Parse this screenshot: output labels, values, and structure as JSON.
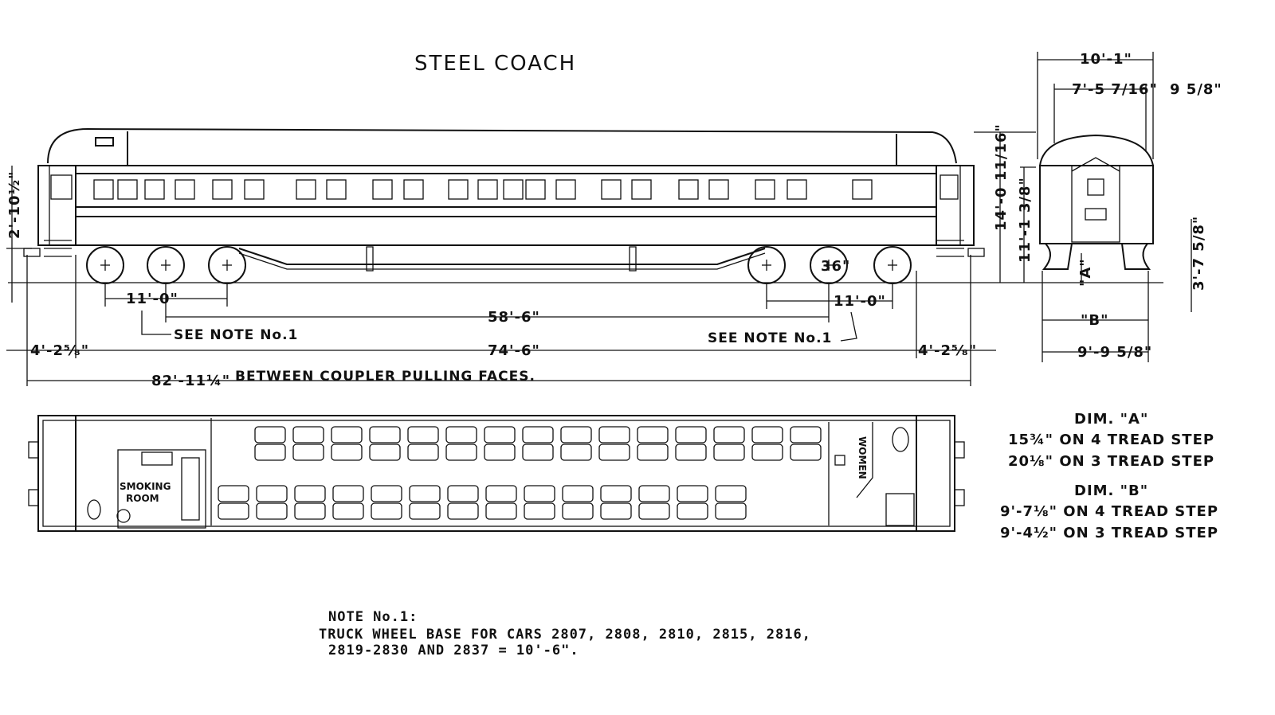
{
  "title": "STEEL COACH",
  "side_view": {
    "height_left": "2'-10½\"",
    "wheel_dim": "36\"",
    "truck_left": "11'-0\"",
    "truck_right": "11'-0\"",
    "truck_centers": "58'-6\"",
    "see_note_left": "SEE NOTE No.1",
    "see_note_right": "SEE NOTE No.1",
    "overhang_left": "4'-2⁵⁄₈\"",
    "body_length": "74'-6\"",
    "overhang_right": "4'-2⁵⁄₈\"",
    "coupler_length": "82'-11¼\"",
    "coupler_text": "BETWEEN COUPLER PULLING FACES."
  },
  "height_dims": {
    "overall": "14'-0 11/16\"",
    "floor": "11'-1 3/8\"",
    "step": "3'-7 5/8\""
  },
  "end_view": {
    "width_overall": "10'-1\"",
    "width_inner": "7'-5 7/16\"",
    "eave": "9 5/8\"",
    "dim_a": "\"A\"",
    "dim_b": "\"B\"",
    "width_base": "9'-9 5/8\""
  },
  "plan_view": {
    "smoking_room": [
      "SMOKING",
      "ROOM"
    ],
    "women": "WOMEN"
  },
  "dims_legend": [
    "DIM. \"A\"",
    "15¾\" ON 4 TREAD STEP",
    "20⅛\" ON 3 TREAD STEP",
    "DIM. \"B\"",
    "9'-7⅛\" ON 4 TREAD STEP",
    "9'-4½\" ON 3 TREAD STEP"
  ],
  "note": [
    "NOTE No.1:",
    "TRUCK  WHEEL BASE FOR CARS 2807, 2808, 2810, 2815, 2816,",
    "2819-2830 AND 2837 = 10'-6\"."
  ]
}
